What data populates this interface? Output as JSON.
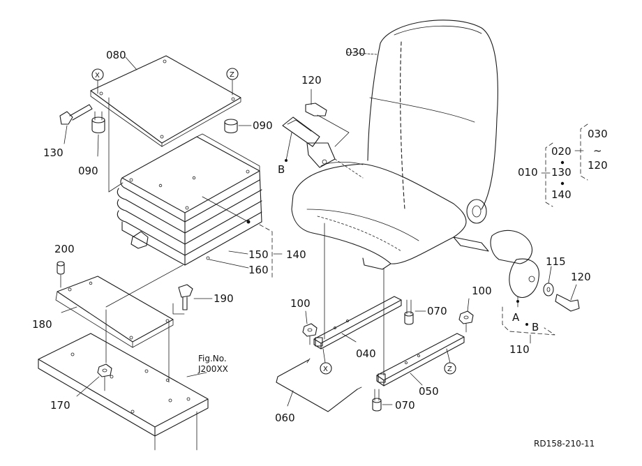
{
  "labels": {
    "p030": "030",
    "p080": "080",
    "x_top": "X",
    "z_top": "Z",
    "p120_top": "120",
    "p130": "130",
    "p090_left": "090",
    "p090_right": "090",
    "b_belt": "B",
    "ref_020": "020",
    "ref_030": "030",
    "ref_tilde": "~",
    "ref_120": "120",
    "ref_010": "010",
    "ref_130": "130",
    "ref_140": "140",
    "p150": "150",
    "p140": "140",
    "p160": "160",
    "p200": "200",
    "p190": "190",
    "p180": "180",
    "p115": "115",
    "p120_right": "120",
    "a_belt": "A",
    "b_belt2": "B",
    "p110": "110",
    "p100_left": "100",
    "p070_top": "070",
    "p100_right": "100",
    "p040": "040",
    "x_bottom": "X",
    "z_bottom": "Z",
    "p050": "050",
    "fig_no": "Fig.No.",
    "fig_ref": "J200XX",
    "p170": "170",
    "p060": "060",
    "p070_bottom": "070",
    "drawing_code": "RD158-210-11"
  }
}
